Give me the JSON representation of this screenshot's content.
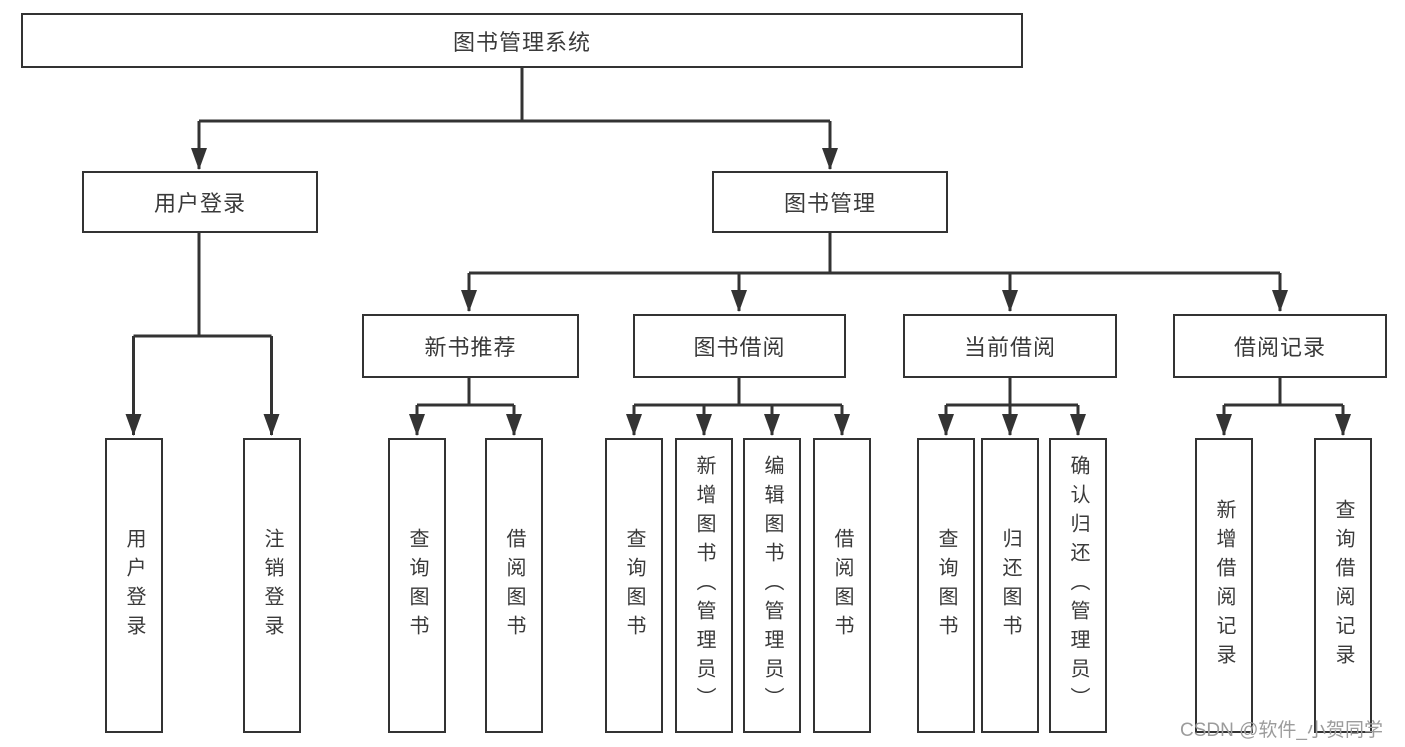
{
  "diagram": {
    "root": {
      "label": "图书管理系统"
    },
    "level2": {
      "user_login": {
        "label": "用户登录"
      },
      "book_mgmt": {
        "label": "图书管理"
      }
    },
    "level3": {
      "new_book_rec": {
        "label": "新书推荐"
      },
      "book_borrow": {
        "label": "图书借阅"
      },
      "current_borrow": {
        "label": "当前借阅"
      },
      "borrow_record": {
        "label": "借阅记录"
      }
    },
    "leaves": {
      "login_user": {
        "label": "用户登录"
      },
      "login_logout": {
        "label": "注销登录"
      },
      "rec_query": {
        "label": "查询图书"
      },
      "rec_borrow": {
        "label": "借阅图书"
      },
      "bb_query": {
        "label": "查询图书"
      },
      "bb_add": {
        "label": "新增图书（管理员）"
      },
      "bb_edit": {
        "label": "编辑图书（管理员）"
      },
      "bb_borrow": {
        "label": "借阅图书"
      },
      "cb_query": {
        "label": "查询图书"
      },
      "cb_return": {
        "label": "归还图书"
      },
      "cb_confirm": {
        "label": "确认归还（管理员）"
      },
      "br_add": {
        "label": "新增借阅记录"
      },
      "br_query": {
        "label": "查询借阅记录"
      }
    }
  },
  "watermark": {
    "text": "CSDN @软件_小贺同学"
  },
  "colors": {
    "line": "#333333",
    "text": "#3a3a3a",
    "watermark": "#9c9c9c",
    "background": "#ffffff"
  }
}
